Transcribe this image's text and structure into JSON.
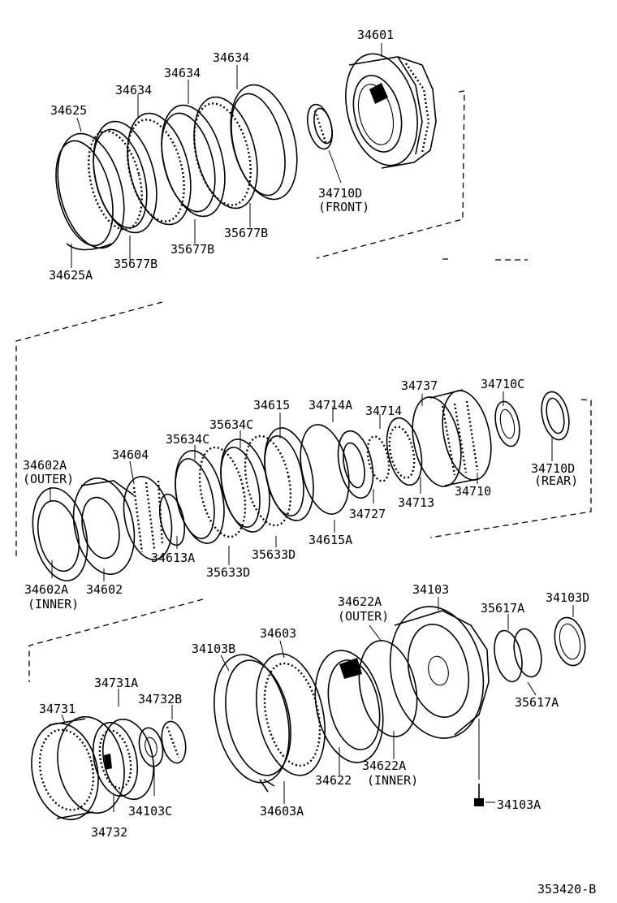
{
  "labels": {
    "l34601": "34601",
    "l34634a": "34634",
    "l34634b": "34634",
    "l34634c": "34634",
    "l34625": "34625",
    "l34625A": "34625A",
    "l34710D_front": "34710D",
    "front": "(FRONT)",
    "l35677B_a": "35677B",
    "l35677B_b": "35677B",
    "l35677B_c": "35677B",
    "l34737": "34737",
    "l34710C": "34710C",
    "l34615": "34615",
    "l34714A": "34714A",
    "l34714": "34714",
    "l35634C_a": "35634C",
    "l35634C_b": "35634C",
    "l34604": "34604",
    "l34602A_outer": "34602A",
    "outer": "(OUTER)",
    "l34710D_rear": "34710D",
    "rear": "(REAR)",
    "l34710": "34710",
    "l34713": "34713",
    "l34727": "34727",
    "l34615A": "34615A",
    "l34613A": "34613A",
    "l35633D_a": "35633D",
    "l35633D_b": "35633D",
    "l34602A_inner": "34602A",
    "inner": "(INNER)",
    "l34602": "34602",
    "l34103": "34103",
    "l34103D": "34103D",
    "l34622A_outer": "34622A",
    "outer2": "(OUTER)",
    "l34603": "34603",
    "l35617A_a": "35617A",
    "l35617A_b": "35617A",
    "l34103B": "34103B",
    "l34731A": "34731A",
    "l34732B": "34732B",
    "l34731": "34731",
    "l34622A_inner": "34622A",
    "inner2": "(INNER)",
    "l34622": "34622",
    "l34103C": "34103C",
    "l34603A": "34603A",
    "l34103A": "34103A",
    "l34732": "34732",
    "figure_code": "353420-B"
  }
}
